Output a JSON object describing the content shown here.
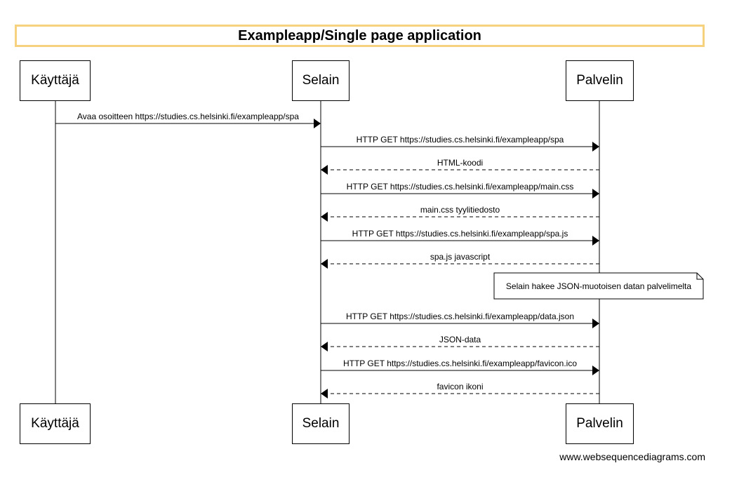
{
  "title": "Exampleapp/Single page application",
  "participants": [
    {
      "id": "user",
      "label": "Käyttäjä"
    },
    {
      "id": "browser",
      "label": "Selain"
    },
    {
      "id": "server",
      "label": "Palvelin"
    }
  ],
  "messages": [
    {
      "from": "user",
      "to": "browser",
      "text": "Avaa osoitteen https://studies.cs.helsinki.fi/exampleapp/spa",
      "style": "solid"
    },
    {
      "from": "browser",
      "to": "server",
      "text": "HTTP GET https://studies.cs.helsinki.fi/exampleapp/spa",
      "style": "solid"
    },
    {
      "from": "server",
      "to": "browser",
      "text": "HTML-koodi",
      "style": "dashed"
    },
    {
      "from": "browser",
      "to": "server",
      "text": "HTTP GET https://studies.cs.helsinki.fi/exampleapp/main.css",
      "style": "solid"
    },
    {
      "from": "server",
      "to": "browser",
      "text": "main.css tyylitiedosto",
      "style": "dashed"
    },
    {
      "from": "browser",
      "to": "server",
      "text": "HTTP GET https://studies.cs.helsinki.fi/exampleapp/spa.js",
      "style": "solid"
    },
    {
      "from": "server",
      "to": "browser",
      "text": "spa.js javascript",
      "style": "dashed"
    },
    {
      "from": "browser",
      "to": "server",
      "text": "HTTP GET https://studies.cs.helsinki.fi/exampleapp/data.json",
      "style": "solid"
    },
    {
      "from": "server",
      "to": "browser",
      "text": "JSON-data",
      "style": "dashed"
    },
    {
      "from": "browser",
      "to": "server",
      "text": "HTTP GET https://studies.cs.helsinki.fi/exampleapp/favicon.ico",
      "style": "solid"
    },
    {
      "from": "server",
      "to": "browser",
      "text": "favicon ikoni",
      "style": "dashed"
    }
  ],
  "note": {
    "over": "server",
    "text": "Selain hakee JSON-muotoisen datan palvelimelta"
  },
  "footer": "www.websequencediagrams.com"
}
